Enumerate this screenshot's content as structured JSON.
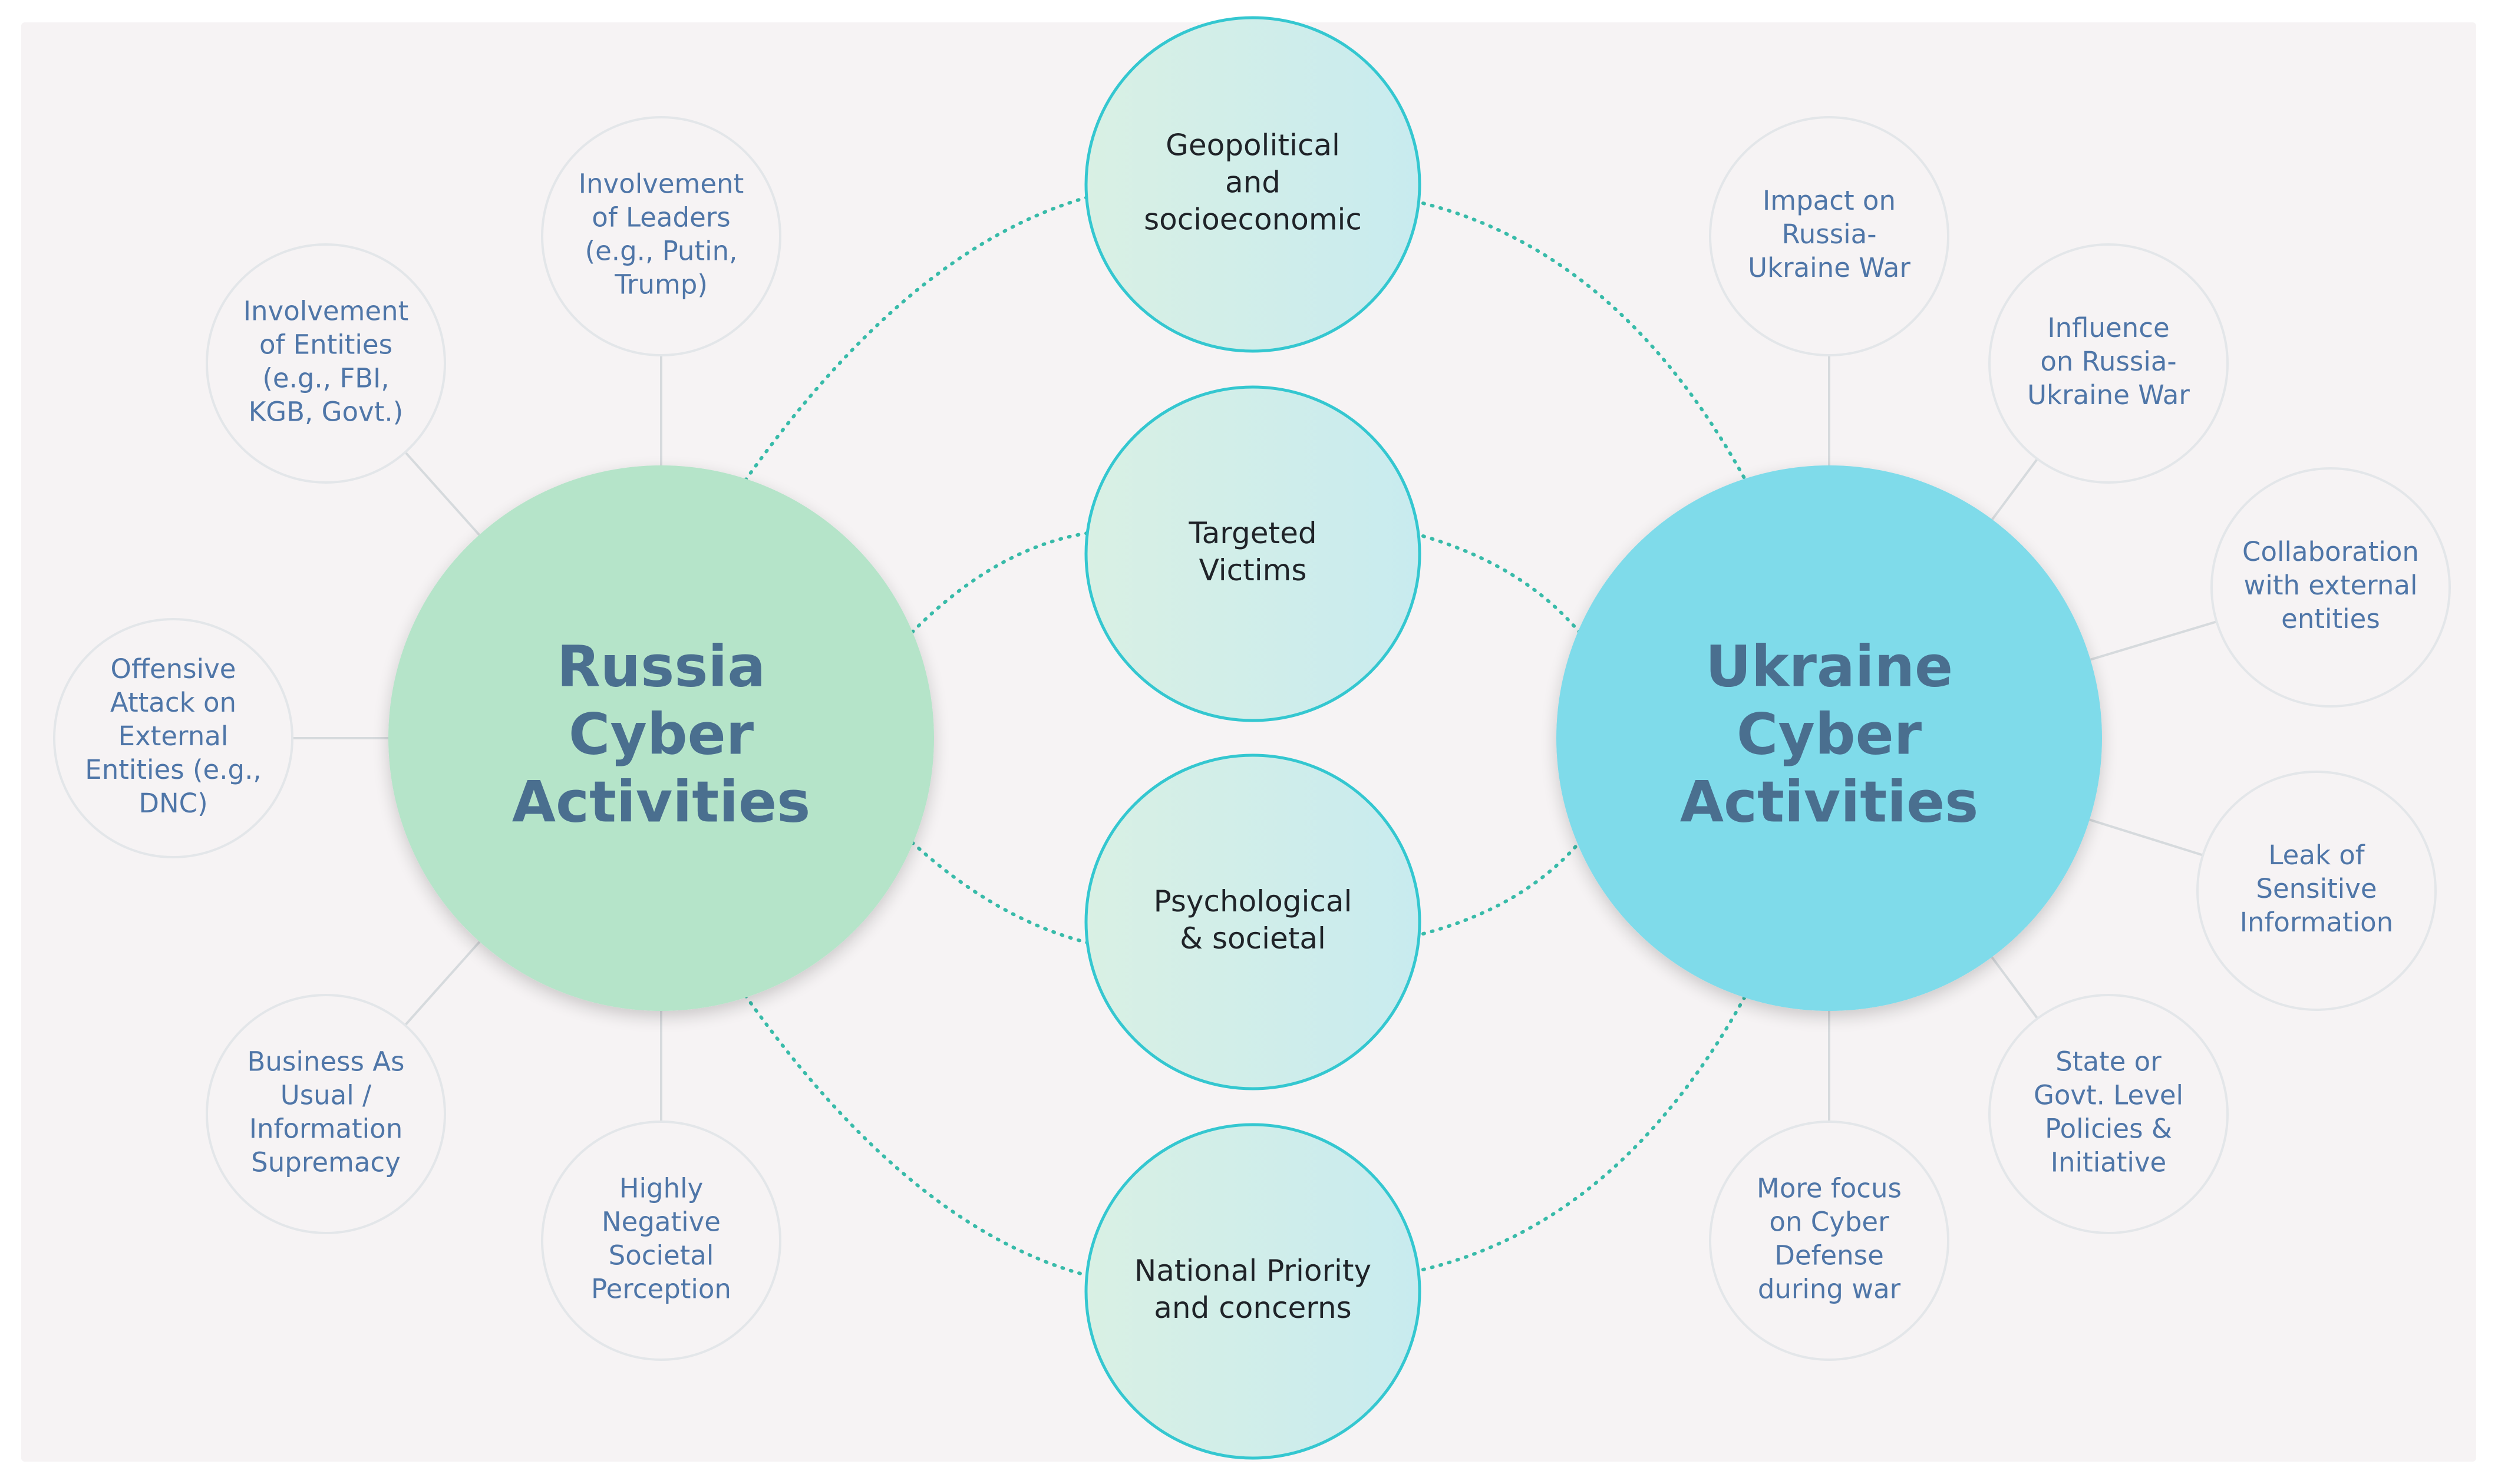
{
  "colors": {
    "background": "#f6f3f4",
    "russia_hub": "#b5e4c9",
    "ukraine_hub": "#7fdbea",
    "hub_text": "#4a6f8f",
    "center_stroke": "#34c7d0",
    "center_fill_left": "#d9f0e4",
    "center_fill_right": "#c8ebef",
    "dotted_link": "#38bba9",
    "satellite_text": "#4f76a8",
    "satellite_stroke": "#e3e6e9"
  },
  "hubs": {
    "russia": {
      "lines": [
        "Russia",
        "Cyber",
        "Activities"
      ]
    },
    "ukraine": {
      "lines": [
        "Ukraine",
        "Cyber",
        "Activities"
      ]
    }
  },
  "center_nodes": [
    {
      "lines": [
        "Geopolitical",
        "and",
        "socioeconomic"
      ]
    },
    {
      "lines": [
        "Targeted",
        "Victims"
      ]
    },
    {
      "lines": [
        "Psychological",
        "& societal"
      ]
    },
    {
      "lines": [
        "National Priority",
        "and concerns"
      ]
    }
  ],
  "russia_satellites": [
    {
      "lines": [
        "Involvement",
        "of Leaders",
        "(e.g., Putin,",
        "Trump)"
      ]
    },
    {
      "lines": [
        "Involvement",
        "of Entities",
        "(e.g., FBI,",
        "KGB, Govt.)"
      ]
    },
    {
      "lines": [
        "Offensive",
        "Attack on",
        "External",
        "Entities (e.g.,",
        "DNC)"
      ]
    },
    {
      "lines": [
        "Business As",
        "Usual /",
        "Information",
        "Supremacy"
      ]
    },
    {
      "lines": [
        "Highly",
        "Negative",
        "Societal",
        "Perception"
      ]
    }
  ],
  "ukraine_satellites": [
    {
      "lines": [
        "Impact on",
        "Russia-",
        "Ukraine War"
      ]
    },
    {
      "lines": [
        "Influence",
        "on Russia-",
        "Ukraine War"
      ]
    },
    {
      "lines": [
        "Collaboration",
        "with external",
        "entities"
      ]
    },
    {
      "lines": [
        "Leak of",
        "Sensitive",
        "Information"
      ]
    },
    {
      "lines": [
        "State or",
        "Govt. Level",
        "Policies &",
        "Initiative"
      ]
    },
    {
      "lines": [
        "More focus",
        "on Cyber",
        "Defense",
        "during war"
      ]
    }
  ]
}
